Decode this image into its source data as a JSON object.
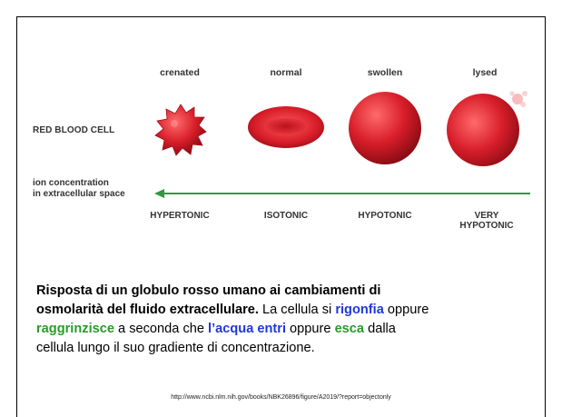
{
  "figure": {
    "columns": [
      "crenated",
      "normal",
      "swollen",
      "lysed"
    ],
    "row_label": "RED BLOOD CELL",
    "ion_label_line1": "ion concentration",
    "ion_label_line2": "in extracellular space",
    "tonicity": [
      "HYPERTONIC",
      "ISOTONIC",
      "HYPOTONIC",
      "VERY",
      "HYPOTONIC"
    ],
    "colors": {
      "cell_red": "#d81e2a",
      "arrow_green": "#2e9a3e"
    }
  },
  "caption": {
    "bold_1": "Risposta di un globulo rosso umano ai cambiamenti di",
    "bold_2": "osmolarità del fluido extracellulare.",
    "t1": " La cellula si ",
    "rigonfia": "rigonfia",
    "t2": " oppure",
    "raggrinzisce": "raggrinzisce",
    "t3": " a seconda che ",
    "acqua_entri": "l’acqua entri",
    "t4": " oppure ",
    "esca": "esca",
    "t5": " dalla",
    "line4": "cellula lungo il suo gradiente di concentrazione."
  },
  "source_url": "http://www.ncbi.nlm.nih.gov/books/NBK26896/figure/A2019/?report=objectonly"
}
